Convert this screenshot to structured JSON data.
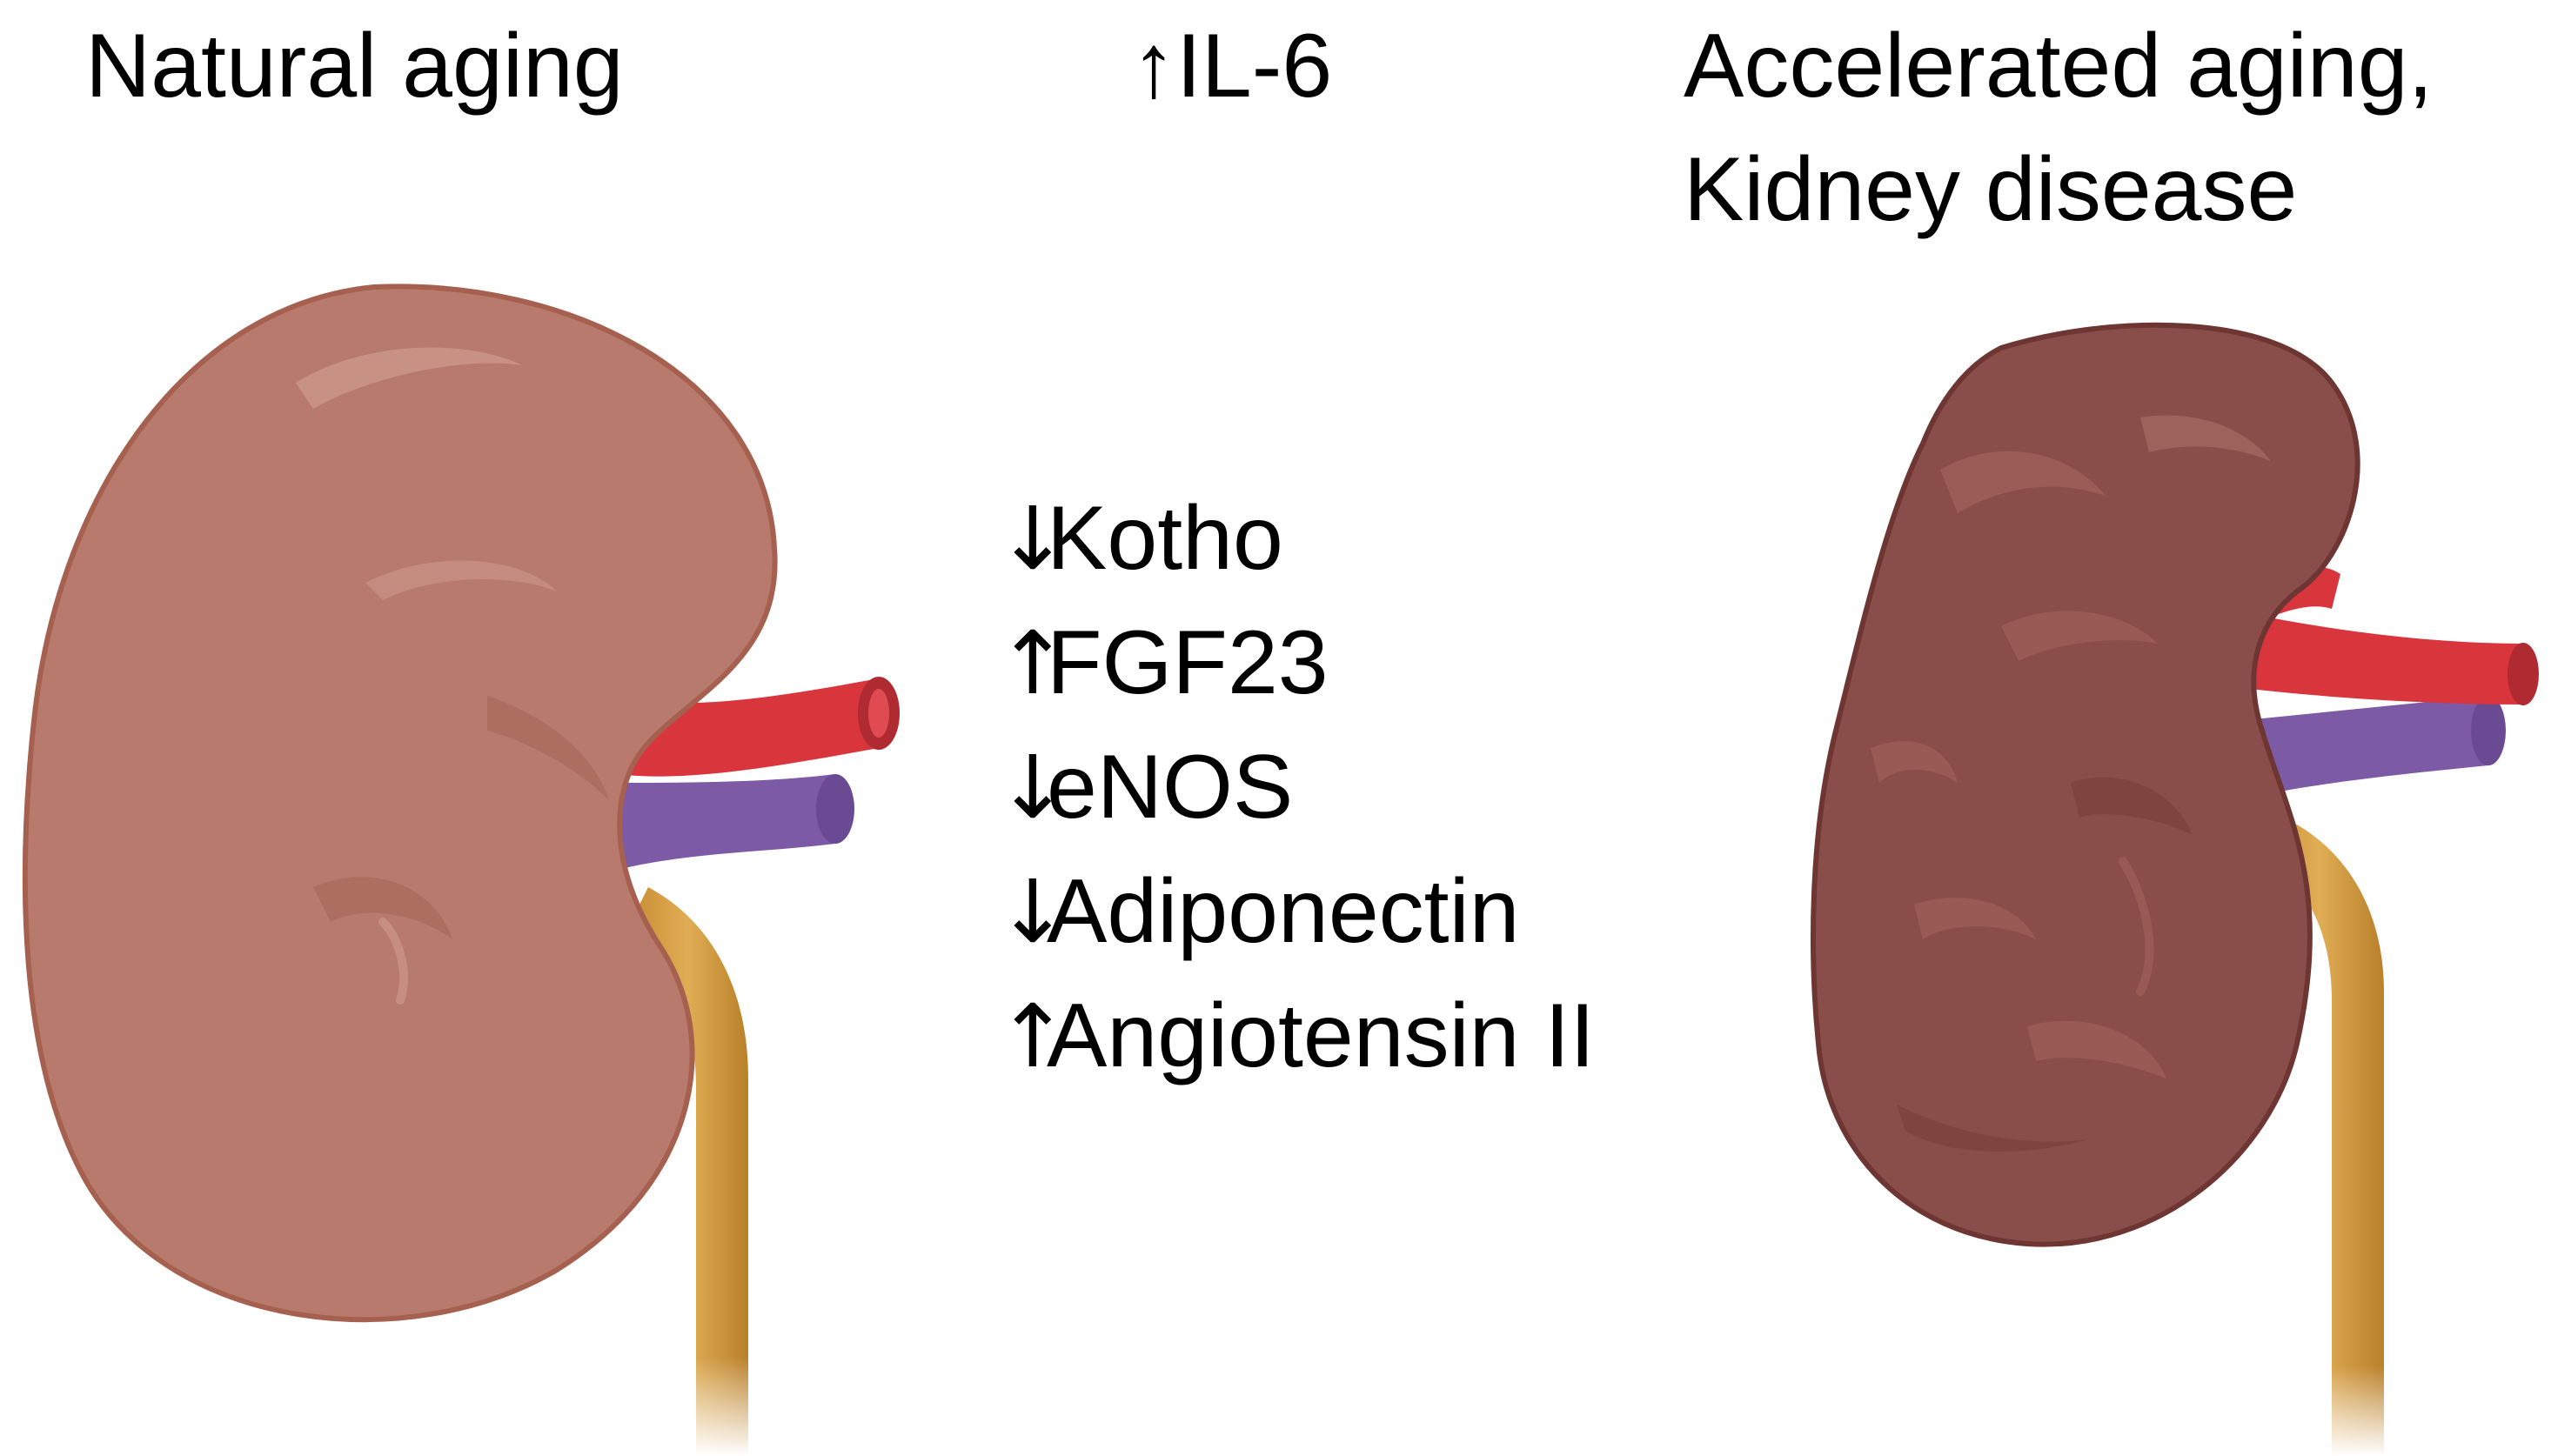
{
  "labels": {
    "natural_aging": "Natural aging",
    "il6": "↑IL-6",
    "accelerated_line1": "Accelerated aging,",
    "accelerated_line2": "Kidney disease"
  },
  "markers": [
    {
      "arrow": "↓",
      "name": "Kotho"
    },
    {
      "arrow": "↑",
      "name": "FGF23"
    },
    {
      "arrow": "↓",
      "name": "eNOS"
    },
    {
      "arrow": "↓",
      "name": "Adiponectin"
    },
    {
      "arrow": "↑",
      "name": "Angiotensin II"
    }
  ],
  "colors": {
    "healthy_kidney": "#b87a6c",
    "healthy_kidney_edge": "#a6604f",
    "diseased_kidney": "#8a4e4a",
    "diseased_kidney_edge": "#6e3633",
    "artery": "#d8353d",
    "vein": "#7c5aa6",
    "ureter": "#d9a243"
  }
}
